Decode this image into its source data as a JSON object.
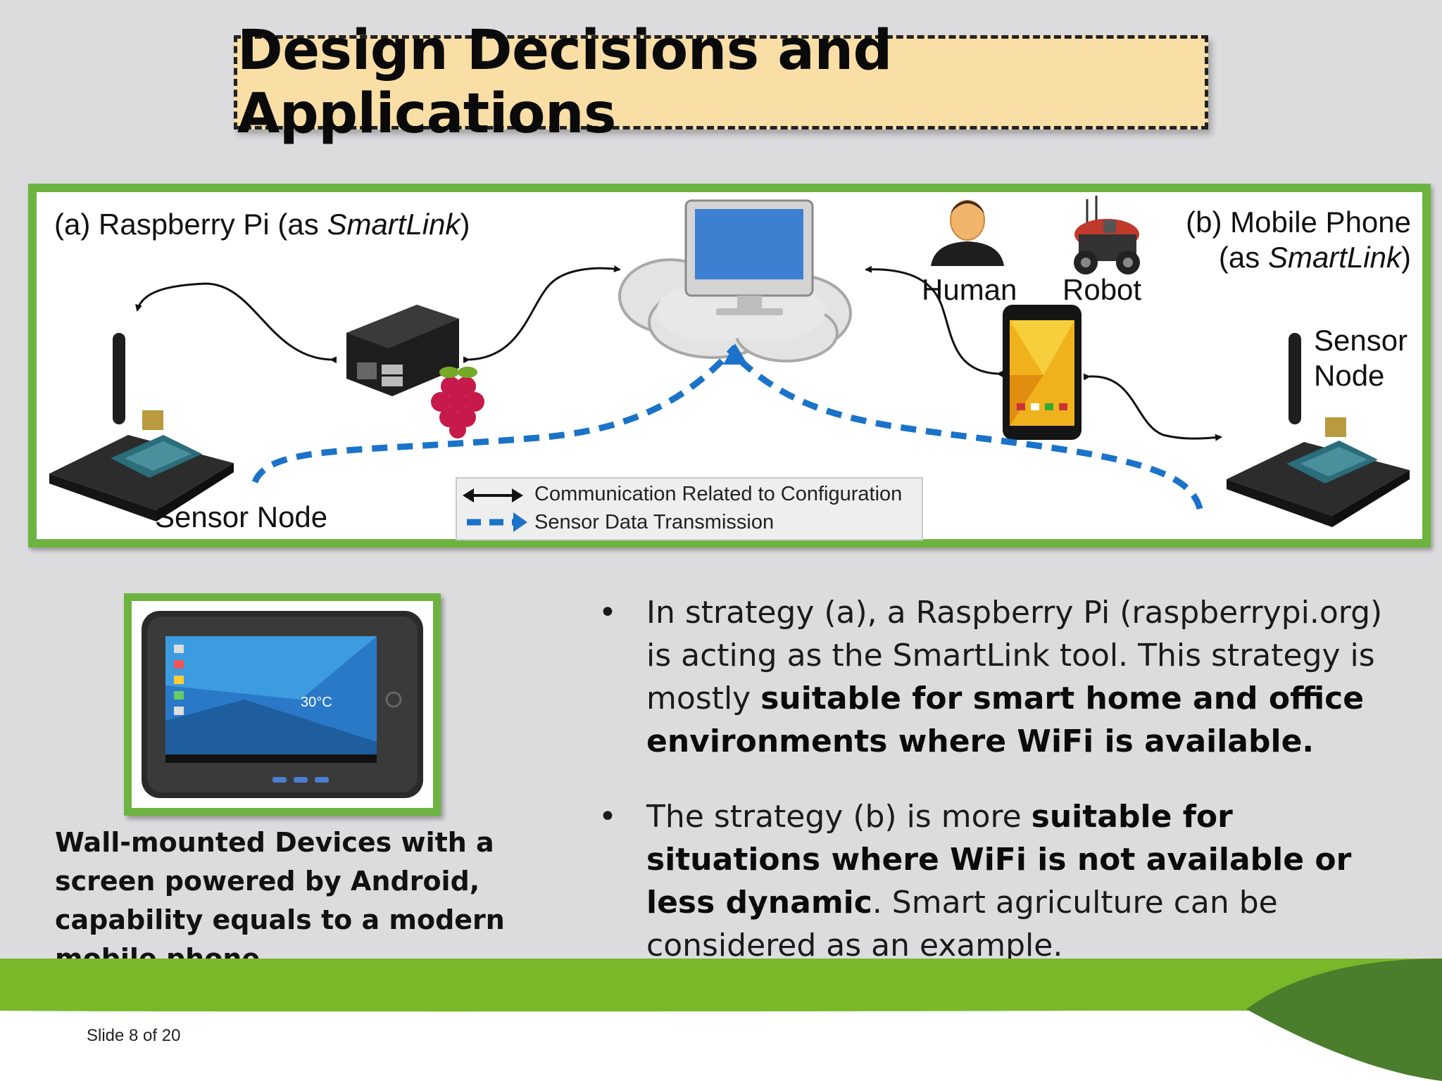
{
  "slide": {
    "title": "Design Decisions and Applications",
    "slide_number_text": "Slide 8  of 20"
  },
  "diagram": {
    "label_a_prefix": "(a) Raspberry Pi (as ",
    "label_a_italic": "SmartLink",
    "label_a_suffix": ")",
    "label_b_line1": "(b) Mobile Phone",
    "label_b_line2_prefix": "(as ",
    "label_b_line2_italic": "SmartLink",
    "label_b_line2_suffix": ")",
    "human_label": "Human",
    "robot_label": "Robot",
    "sensor_node_left": "Sensor Node",
    "sensor_node_right_line1": "Sensor",
    "sensor_node_right_line2": "Node",
    "legend": {
      "item1": "Communication Related to Configuration",
      "item2": "Sensor Data Transmission"
    },
    "tablet_weather": "30°C"
  },
  "tablet_caption": "Wall-mounted Devices with a screen powered by Android, capability equals to a modern mobile phone",
  "bullets": [
    {
      "text_plain": "In strategy (a), a Raspberry Pi (raspberrypi.org) is acting as the SmartLink tool. This strategy is mostly ",
      "text_bold": "suitable for smart home and office environments where WiFi is available."
    },
    {
      "text_plain": "The strategy (b) is more ",
      "text_bold": "suitable for situations where WiFi is not available or less dynamic",
      "text_after": ". Smart agriculture can be considered as an example."
    }
  ],
  "colors": {
    "frame_green": "#6cb33f",
    "title_bg": "#f9dea6",
    "dash_blue": "#1a73c8",
    "footer_green_light": "#78b829",
    "footer_green_dark": "#4a7d2c"
  }
}
